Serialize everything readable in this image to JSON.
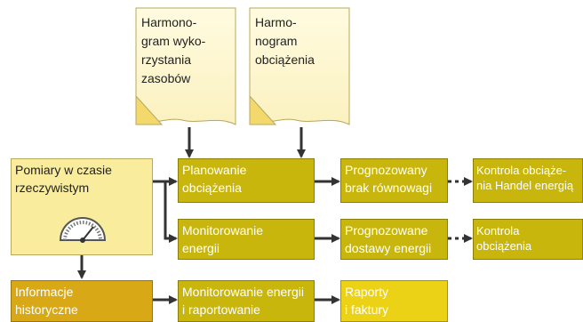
{
  "notes": {
    "resource_schedule": "Harmono-\ngram wyko-\nrzystania\nzasobów",
    "load_schedule": "Harmo-\nnogram\nobciążenia"
  },
  "boxes": {
    "realtime_measurements": "Pomiary w czasie\nrzeczywistym",
    "historical_information": "Informacje\nhistoryczne",
    "load_planning": "Planowanie\nobciążenia",
    "energy_monitoring": "Monitorowanie\nenergii",
    "energy_monitoring_reporting": "Monitorowanie energii\ni raportowanie",
    "forecast_imbalance": "Prognozowany\nbrak równowagi",
    "forecast_supply": "Prognozowane\ndostawy energii",
    "reports_invoices": "Raporty\ni faktury",
    "load_control_trading": "Kontrola obciąże-\nnia Handel energią",
    "load_control": "Kontrola\nobciążenia"
  },
  "colors": {
    "dark_box": "#c9b60c",
    "pale_box": "#f9ed9d",
    "bright_box": "#ecd217",
    "amber_box": "#d8a816",
    "arrow": "#333333"
  }
}
